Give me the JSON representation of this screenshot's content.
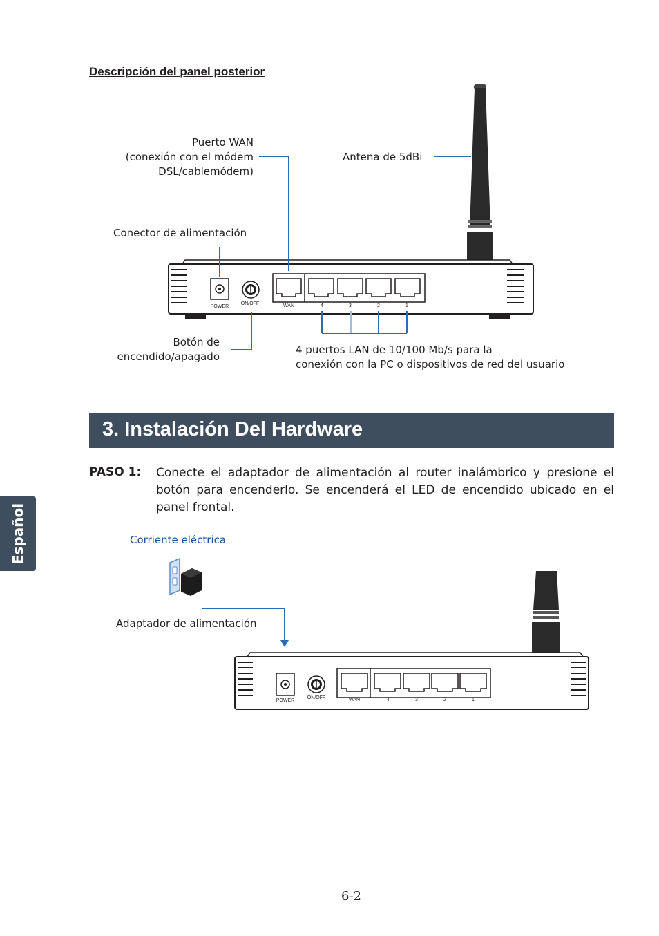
{
  "rear_panel": {
    "heading": "Descripción del panel posterior",
    "wan_label": [
      "Puerto WAN",
      "(conexión con el módem",
      "DSL/cablemódem)"
    ],
    "antenna_label": "Antena de 5dBi",
    "power_connector_label": "Conector de alimentación",
    "power_button_label": [
      "Botón de",
      "encendido/apagado"
    ],
    "lan_label": [
      "4 puertos LAN de 10/100 Mb/s para la",
      "conexión con  la PC o dispositivos de red del usuario"
    ],
    "port_labels": {
      "power": "POWER",
      "onoff": "ON/OFF",
      "wan": "WAN",
      "lan4": "4",
      "lan3": "3",
      "lan2": "2",
      "lan1": "1"
    }
  },
  "section": {
    "title": "3. Instalación Del Hardware"
  },
  "step1": {
    "tag": "PASO 1:",
    "text": "Conecte el adaptador de alimentación al router inalámbrico y presione el botón para encenderlo. Se encenderá el LED de encendido ubicado en el panel frontal."
  },
  "install_figure": {
    "outlet_label": "Corriente eléctrica",
    "adapter_label": "Adaptador de alimentación"
  },
  "side_tab": "Español",
  "page_number": "6-2",
  "colors": {
    "banner": "#3f4e5e",
    "callout_line": "#2a6db5",
    "link_text": "#1f4e9c"
  }
}
